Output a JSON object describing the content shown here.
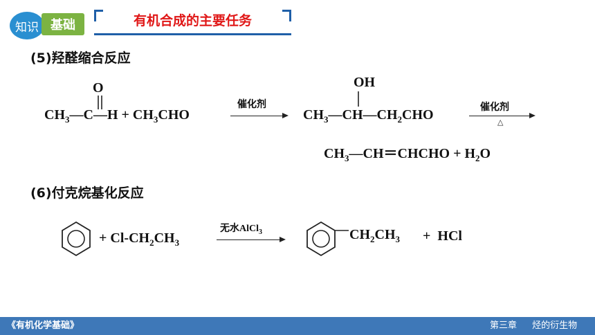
{
  "header": {
    "badge_knowledge": "知识",
    "badge_basics": "基础",
    "title": "有机合成的主要任务"
  },
  "section5": {
    "heading": "(5)羟醛缩合反应",
    "reactant1_o": "O",
    "reactant1_ch3": "CH",
    "reactant1_ch3_sub": "3",
    "reactant1_c": "C",
    "reactant1_h": "H",
    "plus": "+",
    "reactant2": "CH",
    "reactant2_sub": "3",
    "reactant2_tail": "CHO",
    "catalyst": "催化剂",
    "intermediate_oh": "OH",
    "intermediate_ch3": "CH",
    "intermediate_ch3_sub": "3",
    "intermediate_ch": "CH",
    "intermediate_ch2": "CH",
    "intermediate_ch2_sub": "2",
    "intermediate_cho": "CHO",
    "catalyst2": "催化剂",
    "heat": "△",
    "product_ch3": "CH",
    "product_ch3_sub": "3",
    "product_ch": "CH",
    "product_chcho": "CHCHO",
    "product_plus": "+",
    "product_water_h": "H",
    "product_water_sub": "2",
    "product_water_o": "O"
  },
  "section6": {
    "heading": "(6)付克烷基化反应",
    "plus": "+",
    "reagent": "Cl-CH",
    "reagent_sub": "2",
    "reagent_tail": "CH",
    "reagent_sub2": "3",
    "catalyst_prefix": "无水",
    "catalyst_formula": "AlCl",
    "catalyst_sub": "3",
    "product_sub": "CH",
    "product_sub_s": "2",
    "product_sub_tail": "CH",
    "product_sub_s2": "3",
    "product_plus": "+",
    "product_hcl": "HCl"
  },
  "footer": {
    "left": "《有机化学基础》",
    "right": "第三章 烃的衍生物"
  }
}
